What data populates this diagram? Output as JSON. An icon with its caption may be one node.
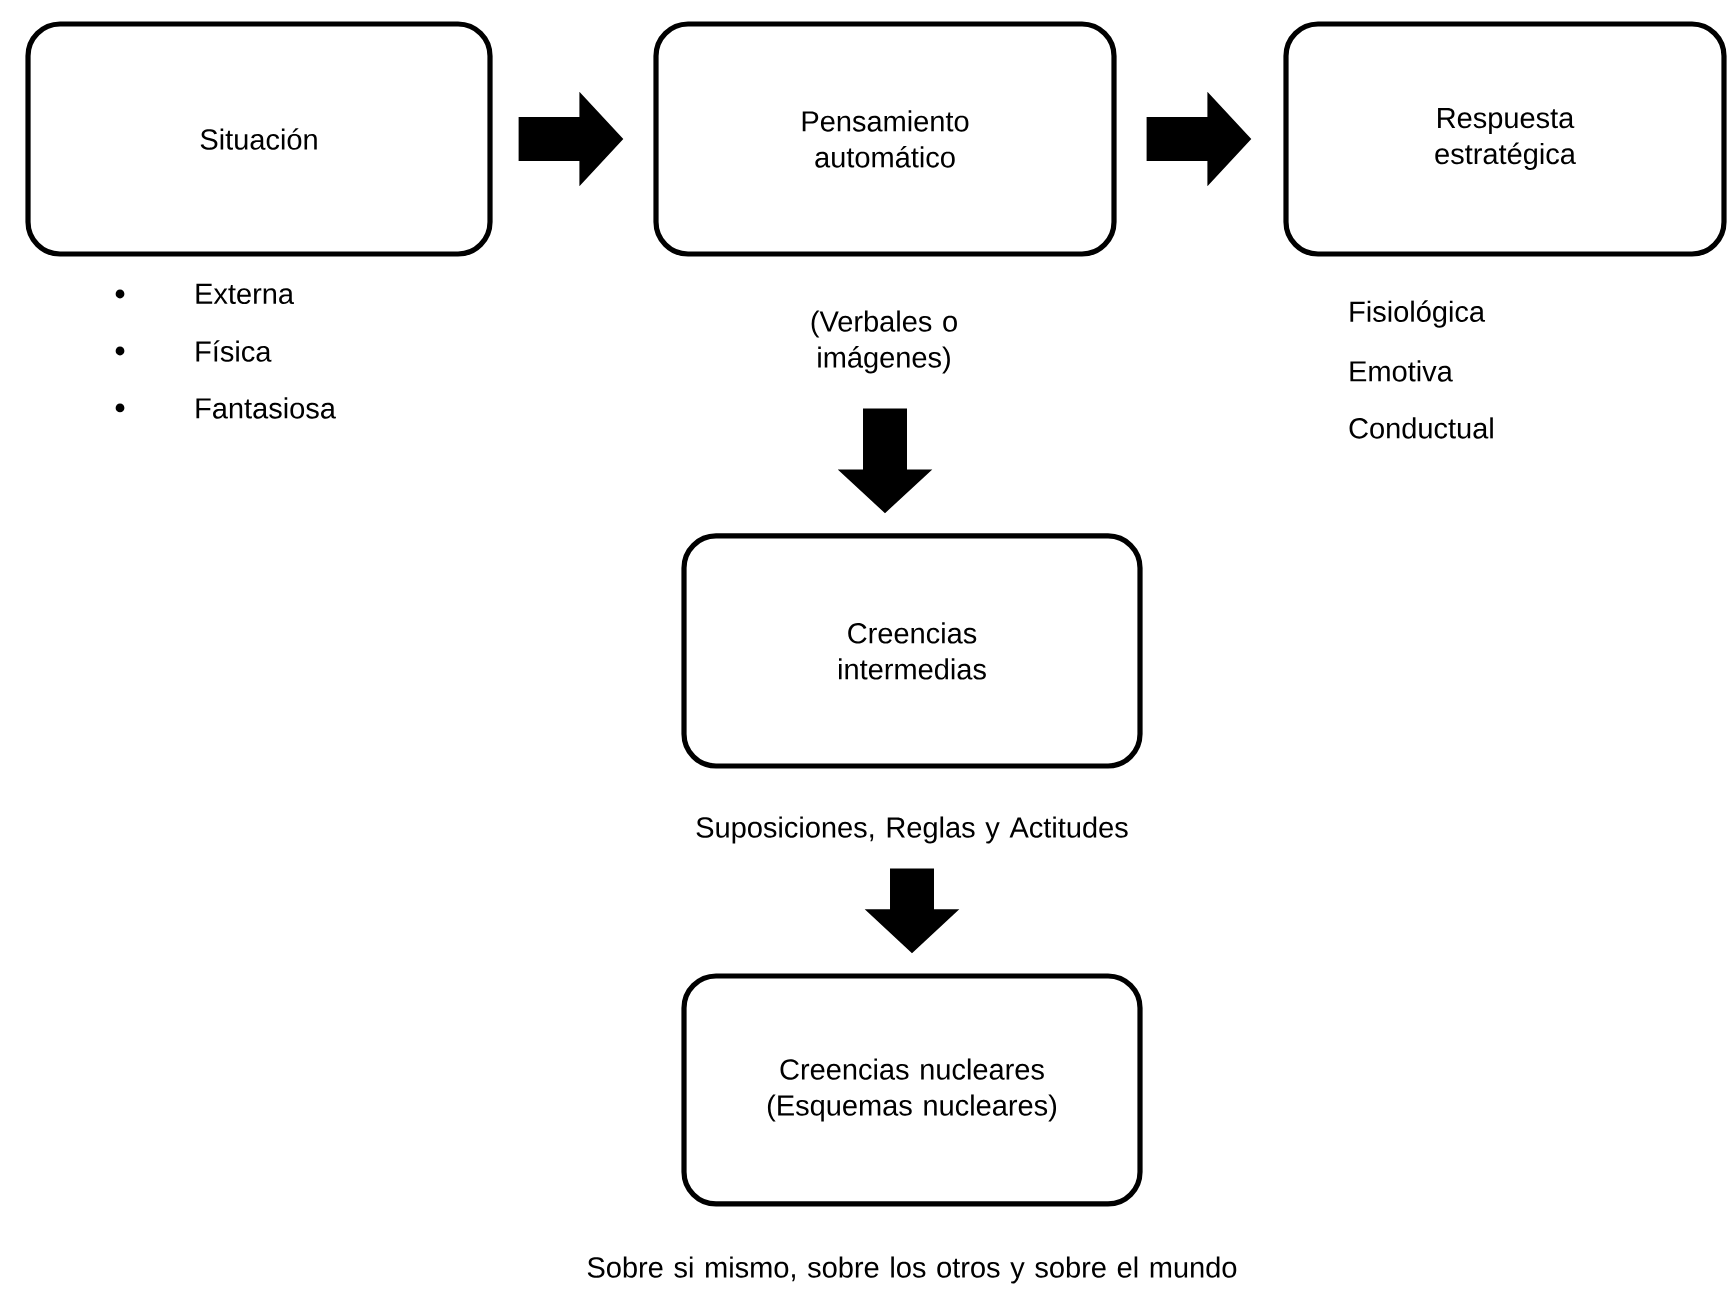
{
  "diagram": {
    "nodes": [
      {
        "text": [
          "Situación"
        ],
        "beside": [
          "Externa",
          "Física",
          "Fantasiosa"
        ]
      },
      {
        "text": [
          "Pensamiento automático"
        ],
        "beside": [
          "(Verbales o imágenes)"
        ]
      },
      {
        "text": [
          "Respuesta estratégica"
        ],
        "beside": [
          "Fisiológica",
          "Emotiva",
          "Conductual"
        ]
      },
      {
        "text": [
          "Creencias intermedias"
        ],
        "beside": [
          "Suposiciones, Reglas y Actitudes"
        ]
      },
      {
        "text": [
          "Creencias nucleares (Esquemas nucleares)"
        ],
        "beside": [
          "Sobre si mismo, sobre los otros y sobre el mundo"
        ]
      }
    ],
    "edges": [
      {
        "from": 0,
        "to": 1,
        "arrow": "to"
      },
      {
        "from": 1,
        "to": 2,
        "arrow": "to"
      },
      {
        "from": 1,
        "to": 3,
        "arrow": "to"
      },
      {
        "from": 3,
        "to": 4,
        "arrow": "to"
      }
    ]
  }
}
